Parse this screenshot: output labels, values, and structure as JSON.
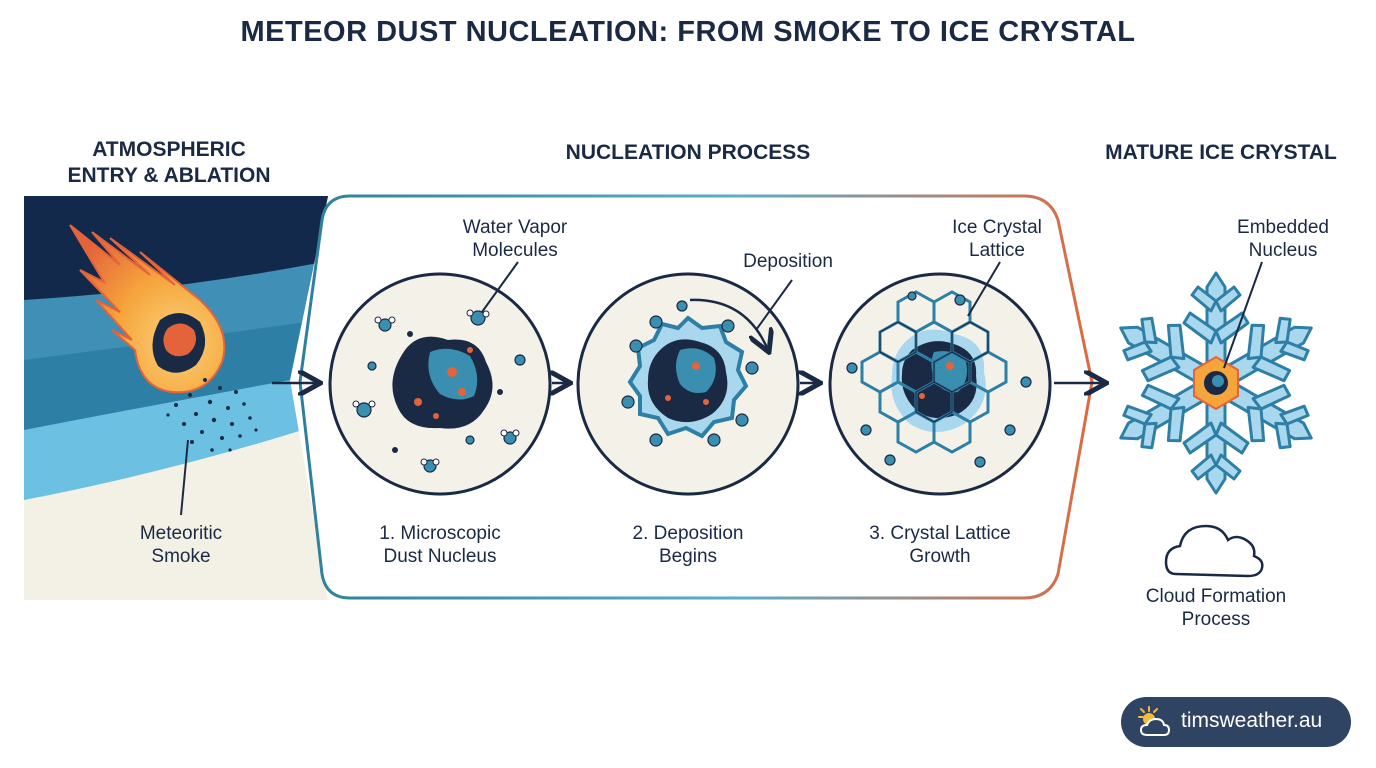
{
  "title": "METEOR DUST NUCLEATION: FROM SMOKE TO ICE CRYSTAL",
  "headings": {
    "entry_line1": "ATMOSPHERIC",
    "entry_line2": "ENTRY & ABLATION",
    "process": "NUCLEATION PROCESS",
    "mature": "MATURE ICE CRYSTAL"
  },
  "labels": {
    "smoke_line1": "Meteoritic",
    "smoke_line2": "Smoke",
    "vapor_line1": "Water Vapor",
    "vapor_line2": "Molecules",
    "deposition": "Deposition",
    "lattice_line1": "Ice Crystal",
    "lattice_line2": "Lattice",
    "nucleus_line1": "Embedded",
    "nucleus_line2": "Nucleus",
    "step1_line1": "1. Microscopic",
    "step1_line2": "Dust Nucleus",
    "step2_line1": "2. Deposition",
    "step2_line2": "Begins",
    "step3_line1": "3. Crystal Lattice",
    "step3_line2": "Growth",
    "cloud_line1": "Cloud Formation",
    "cloud_line2": "Process"
  },
  "brand": {
    "text": "timsweather.au",
    "icon": "sun-cloud-icon"
  },
  "colors": {
    "navy": "#1b2a44",
    "sky_dark": "#13294b",
    "sky_mid": "#2e7fa6",
    "sky_light": "#6cc0e2",
    "ground": "#f3f0e6",
    "teal": "#3a8fb0",
    "orange": "#e5633a",
    "ice": "#a9d7ee",
    "panel": "#f4f1e8"
  }
}
